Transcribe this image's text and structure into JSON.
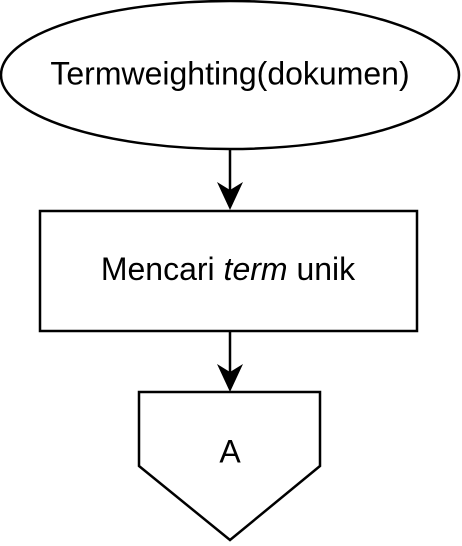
{
  "nodes": {
    "start": {
      "shape": "terminator",
      "label": "Termweighting(dokumen)"
    },
    "process": {
      "shape": "process",
      "label_before": "Mencari ",
      "label_italic": "term",
      "label_after": " unik"
    },
    "connector": {
      "shape": "off-page-connector",
      "label": "A"
    }
  },
  "colors": {
    "stroke": "#000000",
    "fill": "#ffffff",
    "text": "#000000"
  }
}
